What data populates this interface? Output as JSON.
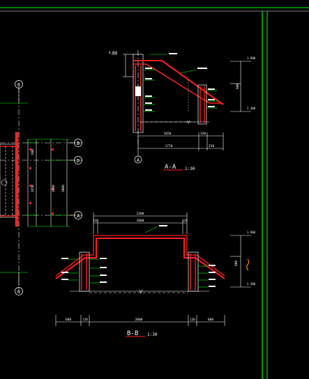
{
  "colors": {
    "background": "#000000",
    "frame": "#00ff00",
    "structure": "#ff2020",
    "fill": "#ffffff",
    "dimension": "#ffffff",
    "axis": "#ffffff",
    "leader": "#00ff00",
    "accent": "#ff8000"
  },
  "section_aa": {
    "title": "A-A",
    "scale": "1:30",
    "axis_label": "A",
    "dims_bottom_1": [
      "1650",
      "120"
    ],
    "dims_bottom_2": [
      "1770",
      "250"
    ],
    "elev_right": [
      "1.900",
      "2.300"
    ],
    "dim_right": "900"
  },
  "section_bb": {
    "title": "B-B",
    "scale": "1:30",
    "dims_top_1": [
      "2200"
    ],
    "dims_top_2": [
      "120",
      "2000",
      "120"
    ],
    "dims_bottom": [
      "600",
      "120",
      "2000",
      "120",
      "600"
    ],
    "elev_right": [
      "1.900",
      "2.300"
    ],
    "dim_right": "900"
  },
  "plan": {
    "axis_labels": [
      "6",
      "B",
      "D",
      "A",
      "6"
    ],
    "dims": [
      "600",
      "1650",
      "3600",
      "3000"
    ]
  }
}
